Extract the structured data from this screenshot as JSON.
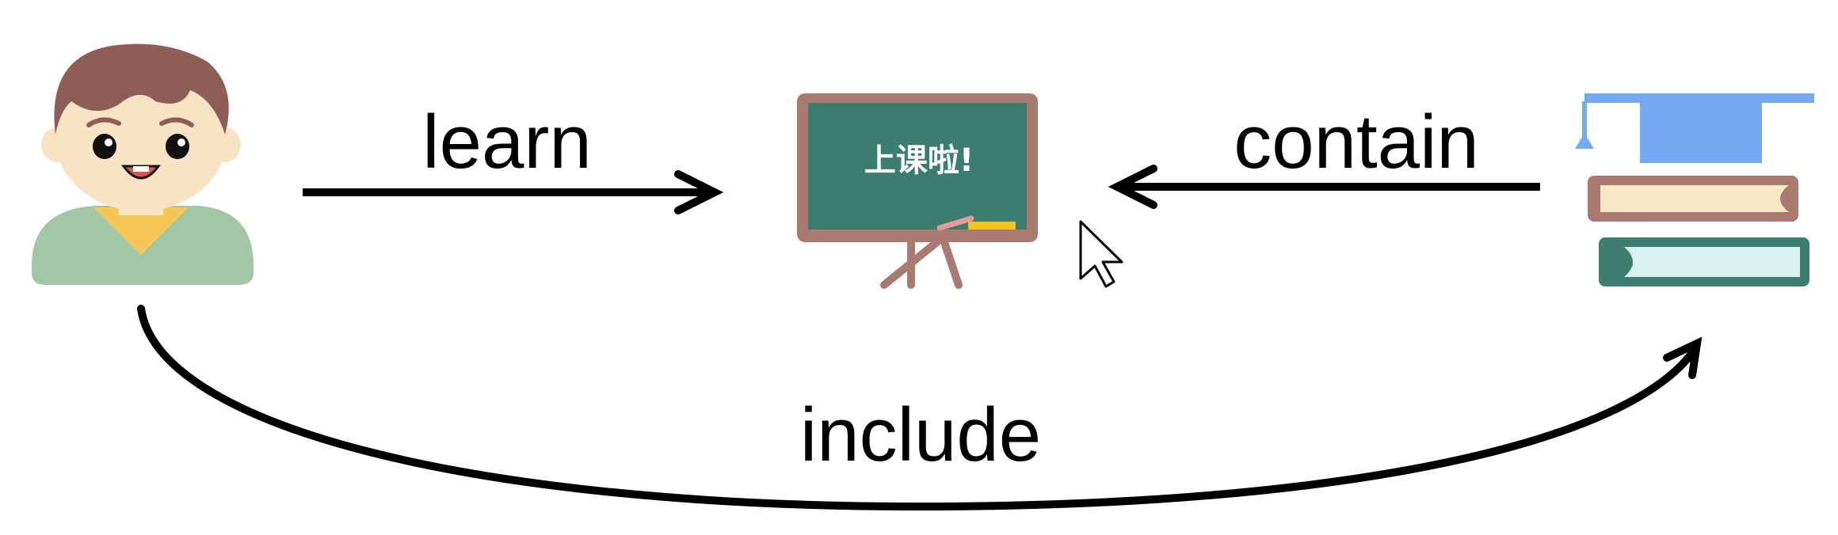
{
  "diagram": {
    "nodes": {
      "student": {
        "icon": "student-icon"
      },
      "classroom": {
        "icon": "blackboard-icon",
        "board_text": "上课啦!"
      },
      "course": {
        "icon": "graduation-cap-books-icon"
      }
    },
    "edges": {
      "learn": {
        "from": "student",
        "to": "classroom",
        "label": "learn"
      },
      "contain": {
        "from": "course",
        "to": "classroom",
        "label": "contain"
      },
      "include": {
        "from": "student",
        "to": "course",
        "label": "include"
      }
    }
  },
  "colors": {
    "stroke": "#000000",
    "hair": "#8c5e55",
    "skin": "#f8e3c4",
    "shirt": "#a3c7a4",
    "collar": "#f6c752",
    "board_frame": "#a87a70",
    "board_face": "#3b7d6e",
    "chalk_yellow": "#f3c322",
    "cap": "#74a9f3",
    "book_cream": "#f7e7c7",
    "book_teal": "#3e7d6f",
    "book_light": "#daf3f0"
  },
  "cursor": {
    "icon": "mouse-pointer-icon"
  }
}
